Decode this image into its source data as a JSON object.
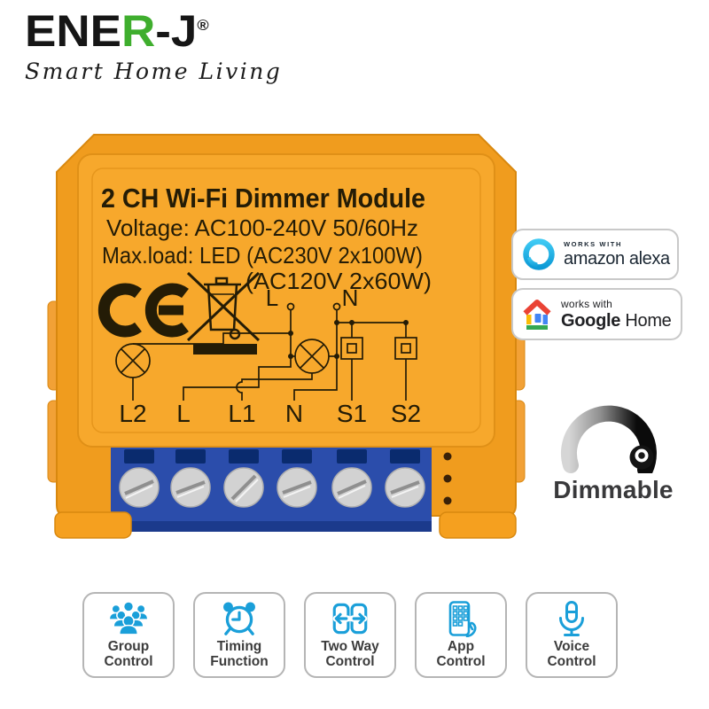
{
  "brand": {
    "logo_part1": "ENE",
    "logo_part_r": "R",
    "logo_part2": "-J",
    "registered_mark": "®",
    "tagline": "Smart Home Living",
    "green": "#3FAE2E"
  },
  "device": {
    "title": "2 CH Wi-Fi Dimmer Module",
    "voltage": "Voltage: AC100-240V 50/60Hz",
    "max_load": "Max.load: LED (AC230V 2x100W)",
    "max_load2": "(AC120V 2x60W)",
    "certification": "CE mark",
    "weee_symbol": "crossed-out wheeled bin",
    "diagram": {
      "top_labels": [
        "L",
        "N"
      ],
      "terminals": [
        "L2",
        "L",
        "L1",
        "N",
        "S1",
        "S2"
      ]
    },
    "colors": {
      "body_orange": "#F6A424",
      "terminal_blue": "#2B4DAB",
      "print_ink": "#241c06"
    }
  },
  "badges": {
    "alexa": {
      "line1": "WORKS WITH",
      "line2": "amazon alexa",
      "icon_color": "#29B6E8"
    },
    "google": {
      "line1": "works with",
      "line2_bold": "Google",
      "line2_regular": " Home",
      "icon_colors": {
        "red": "#EA4335",
        "yellow": "#FBBC05",
        "blue": "#4285F4",
        "green": "#34A853"
      }
    },
    "dimmable": {
      "label": "Dimmable"
    }
  },
  "features": [
    {
      "icon": "group-icon",
      "label_line1": "Group",
      "label_line2": "Control"
    },
    {
      "icon": "alarm-clock-icon",
      "label_line1": "Timing",
      "label_line2": "Function"
    },
    {
      "icon": "two-way-icon",
      "label_line1": "Two Way",
      "label_line2": "Control"
    },
    {
      "icon": "app-icon",
      "label_line1": "App",
      "label_line2": "Control"
    },
    {
      "icon": "mic-icon",
      "label_line1": "Voice",
      "label_line2": "Control"
    }
  ],
  "feature_icon_color": "#1A9FD9"
}
